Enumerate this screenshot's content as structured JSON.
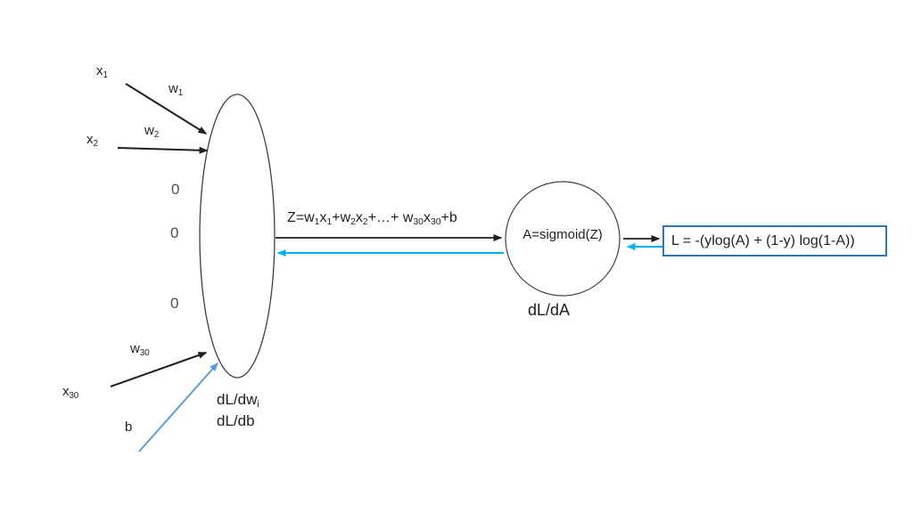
{
  "colors": {
    "ink": "#1f1f1f",
    "shape_stroke": "#404040",
    "cyan_arrow": "#00b0f0",
    "soft_blue_arrow": "#5b9bd5",
    "loss_box_border": "#2e75b6",
    "background": "#ffffff",
    "dots_gray": "#4d4d4d"
  },
  "inputs": {
    "x1": [
      {
        "t": "x"
      },
      {
        "s": "1"
      }
    ],
    "w1": [
      {
        "t": "w"
      },
      {
        "s": "1"
      }
    ],
    "x2": [
      {
        "t": "x"
      },
      {
        "s": "2"
      }
    ],
    "w2": [
      {
        "t": "w"
      },
      {
        "s": "2"
      }
    ],
    "w30": [
      {
        "t": "w"
      },
      {
        "s": "30"
      }
    ],
    "x30": [
      {
        "t": "x"
      },
      {
        "s": "30"
      }
    ],
    "b": "b",
    "dots": [
      "0",
      "0",
      "0"
    ]
  },
  "forward": {
    "equation_z": [
      {
        "t": "Z=w"
      },
      {
        "s": "1"
      },
      {
        "t": "x"
      },
      {
        "s": "1"
      },
      {
        "t": "+w"
      },
      {
        "s": "2"
      },
      {
        "t": "x"
      },
      {
        "s": "2"
      },
      {
        "t": "+…+ w"
      },
      {
        "s": "30"
      },
      {
        "t": "x"
      },
      {
        "s": "30"
      },
      {
        "t": "+b"
      }
    ],
    "activation_label": "A=sigmoid(Z)",
    "loss_label": "L = -(ylog(A) + (1-y) log(1-A))"
  },
  "backward": {
    "grad_weights": [
      {
        "t": "dL/dw"
      },
      {
        "s": "i"
      }
    ],
    "grad_bias": "dL/db",
    "grad_activation": "dL/dA"
  }
}
